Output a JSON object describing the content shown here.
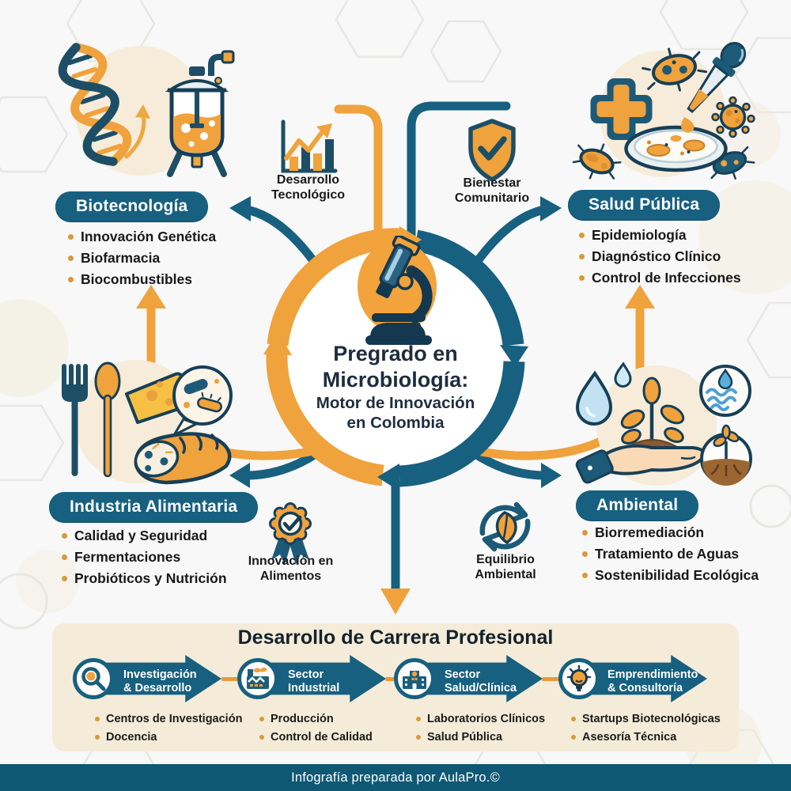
{
  "center": {
    "title_line1": "Pregrado en",
    "title_line2": "Microbiología:",
    "title_line3": "Motor de Innovación",
    "title_line4": "en Colombia"
  },
  "quadrants": [
    {
      "title": "Biotecnología",
      "items": [
        "Innovación Genética",
        "Biofarmacia",
        "Biocombustibles"
      ]
    },
    {
      "title": "Salud Pública",
      "items": [
        "Epidemiología",
        "Diagnóstico Clínico",
        "Control de Infecciones"
      ]
    },
    {
      "title": "Industria Alimentaria",
      "items": [
        "Calidad y Seguridad",
        "Fermentaciones",
        "Probióticos y Nutrición"
      ]
    },
    {
      "title": "Ambiental",
      "items": [
        "Biorremediación",
        "Tratamiento de Aguas",
        "Sostenibilidad Ecológica"
      ]
    }
  ],
  "mid_labels": [
    {
      "line1": "Desarrollo",
      "line2": "Tecnológico"
    },
    {
      "line1": "Bienestar",
      "line2": "Comunitario"
    },
    {
      "line1": "Innovación en",
      "line2": "Alimentos"
    },
    {
      "line1": "Equilibrio",
      "line2": "Ambiental"
    }
  ],
  "career": {
    "title": "Desarrollo de Carrera Profesional",
    "steps": [
      {
        "line1": "Investigación",
        "line2": "& Desarrollo",
        "items": [
          "Centros de Investigación",
          "Docencia"
        ]
      },
      {
        "line1": "Sector",
        "line2": "Industrial",
        "items": [
          "Producción",
          "Control de Calidad"
        ]
      },
      {
        "line1": "Sector",
        "line2": "Salud/Clínica",
        "items": [
          "Laboratorios Clínicos",
          "Salud Pública"
        ]
      },
      {
        "line1": "Emprendimiento",
        "line2": "& Consultoría",
        "items": [
          "Startups Biotecnológicas",
          "Asesoría Técnica"
        ]
      }
    ]
  },
  "footer": {
    "credit": "Infografía preparada por AulaPro.©"
  },
  "colors": {
    "teal": "#176080",
    "orange": "#f0a23c",
    "navy": "#173f57",
    "beige": "#f4ecd9",
    "footer_bar": "#0f5873"
  }
}
